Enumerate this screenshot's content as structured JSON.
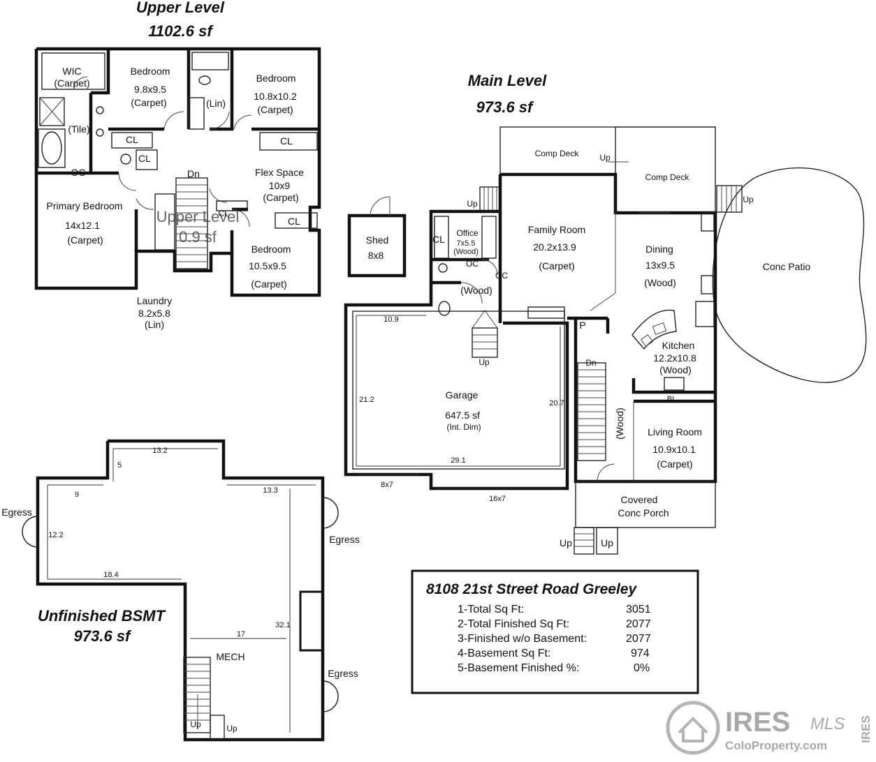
{
  "upper": {
    "title": "Upper Level",
    "area": "1102.6 sf",
    "wic": "WIC",
    "wic_floor": "(Carpet)",
    "bath_floor": "(Tile)",
    "oc": "OC",
    "cl": "CL",
    "lin": "(Lin)",
    "dn": "Dn",
    "bedroom1": "Bedroom",
    "bedroom1_dim": "9.8x9.5",
    "bedroom2": "Bedroom",
    "bedroom2_dim": "10.8x10.2",
    "bedroom3": "Bedroom",
    "bedroom3_dim": "10.5x9.5",
    "carpet": "(Carpet)",
    "primary": "Primary Bedroom",
    "primary_dim": "14x12.1",
    "flex": "Flex Space",
    "flex_dim": "10x9",
    "laundry": "Laundry",
    "laundry_dim": "8.2x5.8",
    "ghost": "Upper Level",
    "ghost2": "0.9 sf"
  },
  "main": {
    "title": "Main Level",
    "area": "973.6 sf",
    "comp_deck": "Comp Deck",
    "up": "Up",
    "conc_patio": "Conc Patio",
    "shed": "Shed",
    "shed_dim": "8x8",
    "office": "Office",
    "office_dim": "7x5.5",
    "office_floor": "(Wood)",
    "oc": "OC",
    "wood": "(Wood)",
    "family": "Family Room",
    "family_dim": "20.2x13.9",
    "carpet": "(Carpet)",
    "dining": "Dining",
    "dining_dim": "13x9.5",
    "kitchen": "Kitchen",
    "kitchen_dim": "12.2x10.8",
    "p": "P",
    "dn": "Dn",
    "bi": "BI",
    "living": "Living Room",
    "living_dim": "10.9x10.1",
    "porch1": "Covered",
    "porch2": "Conc Porch",
    "garage": "Garage",
    "garage_area": "647.5 sf",
    "garage_note": "(Int. Dim)",
    "g_top": "10.9",
    "g_left": "21.2",
    "g_right": "20.7",
    "g_bottom": "29.1",
    "door1": "8x7",
    "door2": "16x7"
  },
  "bsmt": {
    "title": "Unfinished BSMT",
    "area": "973.6 sf",
    "egress": "Egress",
    "mech": "MECH",
    "up": "Up",
    "d13_2": "13.2",
    "d5": "5",
    "d9": "9",
    "d13_3": "13.3",
    "d12_2": "12.2",
    "d18_4": "18.4",
    "d32_1": "32.1",
    "d17": "17"
  },
  "stats": {
    "address": "8108 21st Street Road Greeley",
    "rows": [
      {
        "label": "1-Total Sq Ft:",
        "value": "3051"
      },
      {
        "label": "2-Total Finished Sq Ft:",
        "value": "2077"
      },
      {
        "label": "3-Finished w/o Basement:",
        "value": "2077"
      },
      {
        "label": "4-Basement Sq Ft:",
        "value": "974"
      },
      {
        "label": "5-Basement Finished %:",
        "value": "0%"
      }
    ]
  },
  "watermark": {
    "brand": "IRES",
    "mls": "MLS",
    "site": "ColoProperty.com"
  }
}
